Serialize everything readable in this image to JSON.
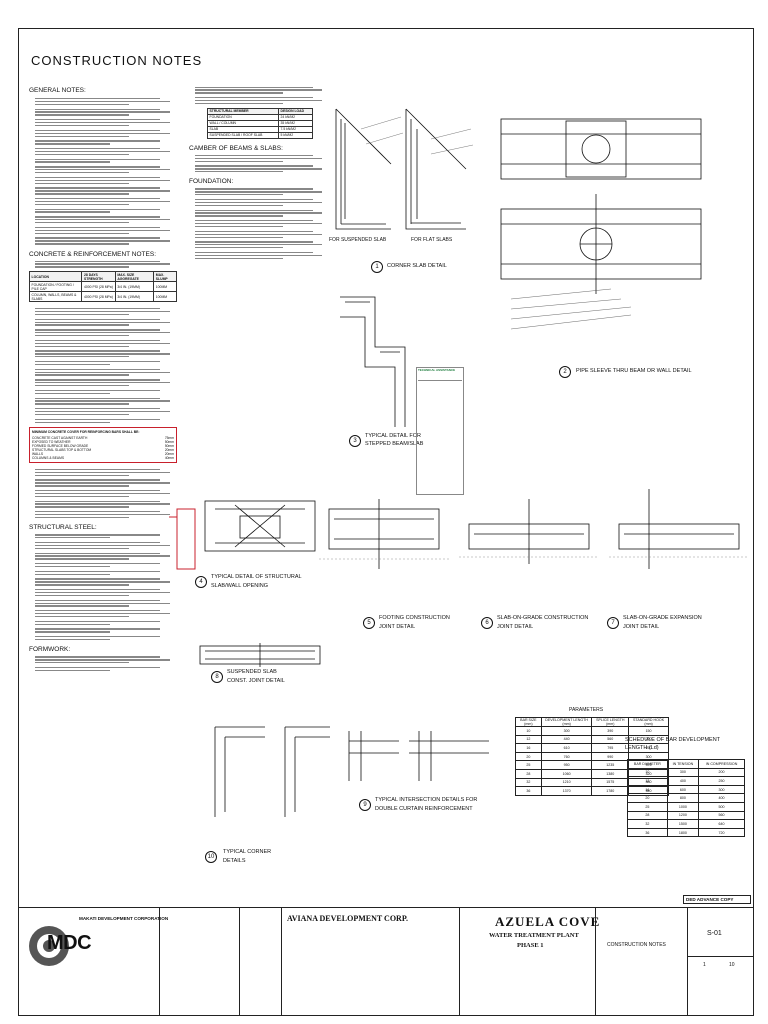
{
  "sheet": {
    "title": "CONSTRUCTION NOTES",
    "general_notes_heading": "GENERAL NOTES:",
    "concrete_heading": "CONCRETE & REINFORCEMENT NOTES:",
    "structural_steel_heading": "STRUCTURAL STEEL:",
    "formwork_heading": "FORMWORK:",
    "camber_heading": "CAMBER OF BEAMS & SLABS:",
    "foundation_heading": "FOUNDATION:"
  },
  "concrete_table": {
    "headers": [
      "LOCATION",
      "28 DAYS STRENGTH",
      "MAX. SIZE AGGREGATE",
      "MAX. SLUMP"
    ],
    "rows": [
      [
        "FOUNDATION / FOOTING / PILE CAP",
        "4000 PSI (28 MPa)",
        "3/4 IN. (19MM)",
        "100MM"
      ],
      [
        "COLUMN, WALLS, BEAMS & SLABS",
        "4000 PSI (28 MPa)",
        "3/4 IN. (19MM)",
        "100MM"
      ]
    ]
  },
  "cover_box": {
    "title": "MINIMUM CONCRETE COVER FOR REINFORCING BARS SHALL BE:",
    "rows": [
      [
        "CONCRETE CAST AGAINST EARTH",
        "75mm"
      ],
      [
        "EXPOSED TO WEATHER",
        "50mm"
      ],
      [
        "FORMED SURFACE BELOW GRADE",
        "50mm"
      ],
      [
        "STRUCTURAL SLABS TOP & BOTTOM",
        "20mm"
      ],
      [
        "WALLS",
        "20mm"
      ],
      [
        "COLUMNS & BEAMS",
        "40mm"
      ]
    ]
  },
  "small_table": {
    "headers": [
      "STRUCTURAL MEMBER",
      "DESIGN LOAD"
    ],
    "rows": [
      [
        "FOUNDATION",
        "24 kN/M2"
      ],
      [
        "WALL / COLUMN",
        "35 kN/M2"
      ],
      [
        "SLAB",
        "7.5 kN/M2"
      ],
      [
        "SUSPENDED SLAB / ROOF SLAB",
        "5 kN/M2"
      ]
    ]
  },
  "details": {
    "d1": "CORNER SLAB DETAIL",
    "d2": "PIPE SLEEVE THRU BEAM OR WALL DETAIL",
    "d3a": "TYPICAL DETAIL FOR",
    "d3b": "STEPPED BEAM/SLAB",
    "d4a": "TYPICAL DETAIL OF STRUCTURAL",
    "d4b": "SLAB/WALL OPENING",
    "d5a": "FOOTING CONSTRUCTION",
    "d5b": "JOINT DETAIL",
    "d6a": "SLAB-ON-GRADE CONSTRUCTION",
    "d6b": "JOINT DETAIL",
    "d7a": "SLAB-ON-GRADE EXPANSION",
    "d7b": "JOINT DETAIL",
    "d8a": "SUSPENDED SLAB",
    "d8b": "CONST. JOINT DETAIL",
    "d9a": "TYPICAL INTERSECTION DETAILS FOR",
    "d9b": "DOUBLE CURTAIN REINFORCEMENT",
    "d10a": "TYPICAL CORNER",
    "d10b": "DETAILS",
    "for_suspended": "FOR SUSPENDED SLAB",
    "for_flat": "FOR FLAT SLABS",
    "numbers": [
      "1",
      "2",
      "3",
      "4",
      "5",
      "6",
      "7",
      "8",
      "9",
      "10"
    ]
  },
  "parameters": {
    "title": "PARAMETERS",
    "headers": [
      "BAR SIZE (mm)",
      "DEVELOPMENT LENGTH (mm)",
      "SPLICE LENGTH (mm)",
      "STANDARD HOOK (mm)"
    ],
    "rows": [
      [
        "10",
        "300",
        "390",
        "150"
      ],
      [
        "12",
        "440",
        "560",
        "200"
      ],
      [
        "16",
        "610",
        "795",
        "250"
      ],
      [
        "20",
        "760",
        "990",
        "300"
      ],
      [
        "25",
        "950",
        "1235",
        "375"
      ],
      [
        "28",
        "1060",
        "1380",
        "420"
      ],
      [
        "32",
        "1210",
        "1575",
        "480"
      ],
      [
        "36",
        "1370",
        "1780",
        "540"
      ]
    ]
  },
  "schedule": {
    "title": "SCHEDULE OF BAR DEVELOPMENT",
    "subtitle": "LENGTH (Ld)",
    "headers": [
      "BAR DIAMETER",
      "IN TENSION",
      "IN COMPRESSION"
    ],
    "rows": [
      [
        "10",
        "300",
        "200"
      ],
      [
        "12",
        "400",
        "250"
      ],
      [
        "16",
        "600",
        "300"
      ],
      [
        "20",
        "800",
        "400"
      ],
      [
        "25",
        "1000",
        "500"
      ],
      [
        "28",
        "1200",
        "560"
      ],
      [
        "32",
        "1500",
        "640"
      ],
      [
        "36",
        "1800",
        "720"
      ]
    ]
  },
  "stamp": {
    "text": "DED ADVANCE COPY"
  },
  "title_block": {
    "company": "MAKATI DEVELOPMENT CORPORATION",
    "logo_text": "MDC",
    "client": "AVIANA DEVELOPMENT CORP.",
    "project_title": "AZUELA COVE",
    "project_sub1": "WATER TREATMENT PLANT",
    "project_sub2": "PHASE 1",
    "sheet_name": "CONSTRUCTION NOTES",
    "sheet_number": "S-01",
    "sheet_index": "1",
    "sheet_total": "10",
    "legend_title": "TECHNICAL ASSISTANCE"
  }
}
